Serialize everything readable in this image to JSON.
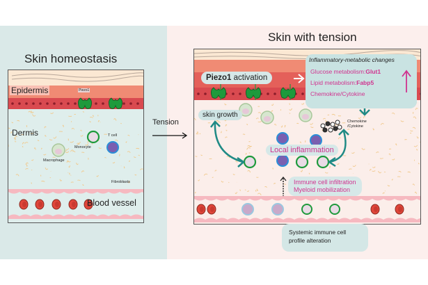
{
  "left_panel": {
    "title": "Skin homeostasis",
    "labels": {
      "epidermis": "Epidermis",
      "piezo1": "Piezo1",
      "dermis": "Dermis",
      "monocyte": "Monocyte",
      "t_cell": "T cell",
      "macrophage": "Macrophage",
      "fibroblasts": "Fibroblasts",
      "blood_vessel": "Blood vessel"
    }
  },
  "transition": {
    "label": "Tension"
  },
  "right_panel": {
    "title": "Skin with tension",
    "piezo_bold": "Piezo1",
    "piezo_rest": " activation",
    "changes_box": {
      "heading": "Inflammatory-metabolic changes",
      "line1_prefix": "Glucose metabolism:",
      "line1_bold": "Glut1",
      "line2_prefix": "Lipid metabolism:",
      "line2_bold": "Fabp5",
      "line3": "Chemokine/Cytokine",
      "trend_icon": "up-arrow-icon"
    },
    "skin_growth": "skin growth",
    "chemokine_line1": "Chemokine",
    "chemokine_line2": "/Cytokine",
    "local_inflammation": "Local inflammation",
    "infiltration_line1": "Immune cell infiltration",
    "infiltration_line2": "Myeloid mobilization",
    "systemic_line1": "Systemic immune cell",
    "systemic_line2": "profile alteration"
  },
  "colors": {
    "left_bg": "#dae9e8",
    "right_bg": "#fcefed",
    "accent_magenta": "#d0338f",
    "arrow_teal": "#1f8a85",
    "piezo_green": "#1e9a3c",
    "epidermis_red": "#e0554a"
  }
}
